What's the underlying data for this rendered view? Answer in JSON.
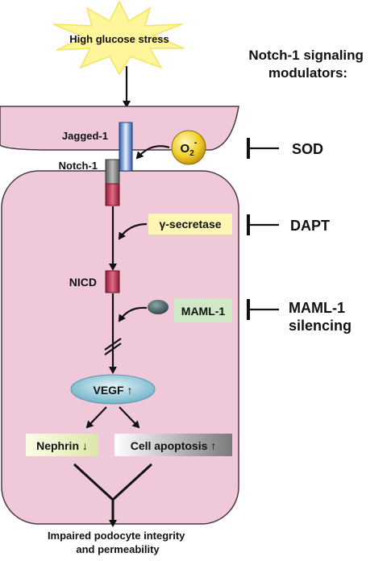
{
  "trigger": {
    "label": "High glucose stress"
  },
  "modulators_title": [
    "Notch-1  signaling",
    "modulators:"
  ],
  "receptors": {
    "ligand": "Jagged-1",
    "receptor": "Notch-1"
  },
  "ros": {
    "base": "O",
    "subscript": "2",
    "superscript": "-"
  },
  "nodes": {
    "gamma_secretase": "γ-secretase",
    "nicd": "NICD",
    "maml": "MAML-1",
    "vegf": "VEGF ↑",
    "nephrin": "Nephrin ↓",
    "apoptosis": "Cell apoptosis ↑"
  },
  "inhibitors": {
    "sod": "SOD",
    "dapt": "DAPT",
    "maml_silencing": [
      "MAML-1",
      "silencing"
    ]
  },
  "outcome": [
    "Impaired podocyte integrity",
    "and permeability"
  ],
  "colors": {
    "cell_fill": "#efc8da",
    "cell_stroke": "#4a3a44",
    "starburst": "#fff59a",
    "gamma_box": "#fdf6b4",
    "maml_box": "#cfe8c6",
    "nephrin_box": "#eef2c8",
    "vegf_ellipse": "#8fc7d8"
  }
}
